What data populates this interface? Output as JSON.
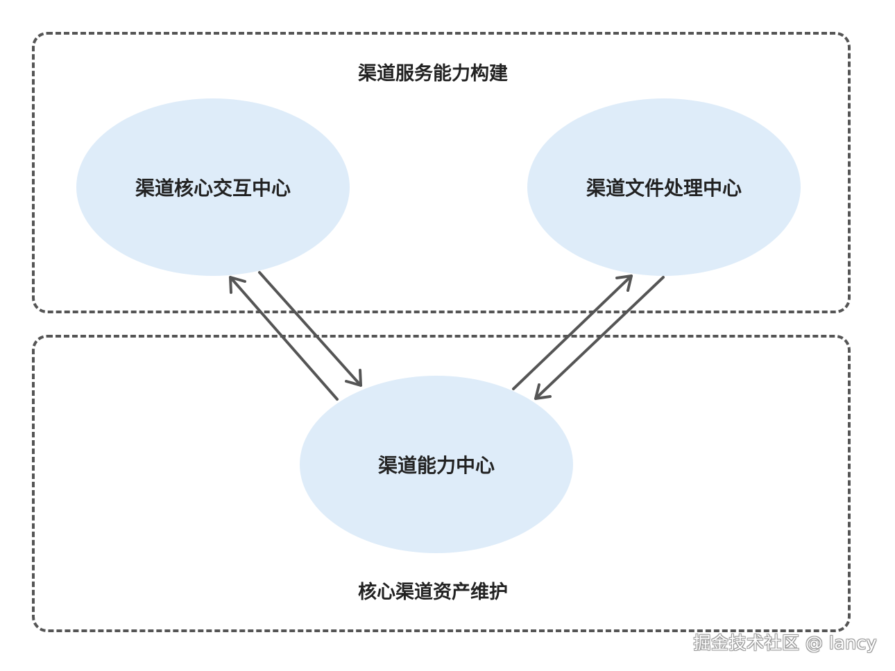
{
  "groups": {
    "top_title": "渠道服务能力构建",
    "bottom_title": "核心渠道资产维护"
  },
  "nodes": {
    "interaction": "渠道核心交互中心",
    "file_processing": "渠道文件处理中心",
    "capability": "渠道能力中心"
  },
  "watermark": "掘金技术社区 @ lancy",
  "colors": {
    "node_fill": "#deecf9",
    "border": "#555555",
    "arrow": "#555555",
    "text": "#222222"
  }
}
